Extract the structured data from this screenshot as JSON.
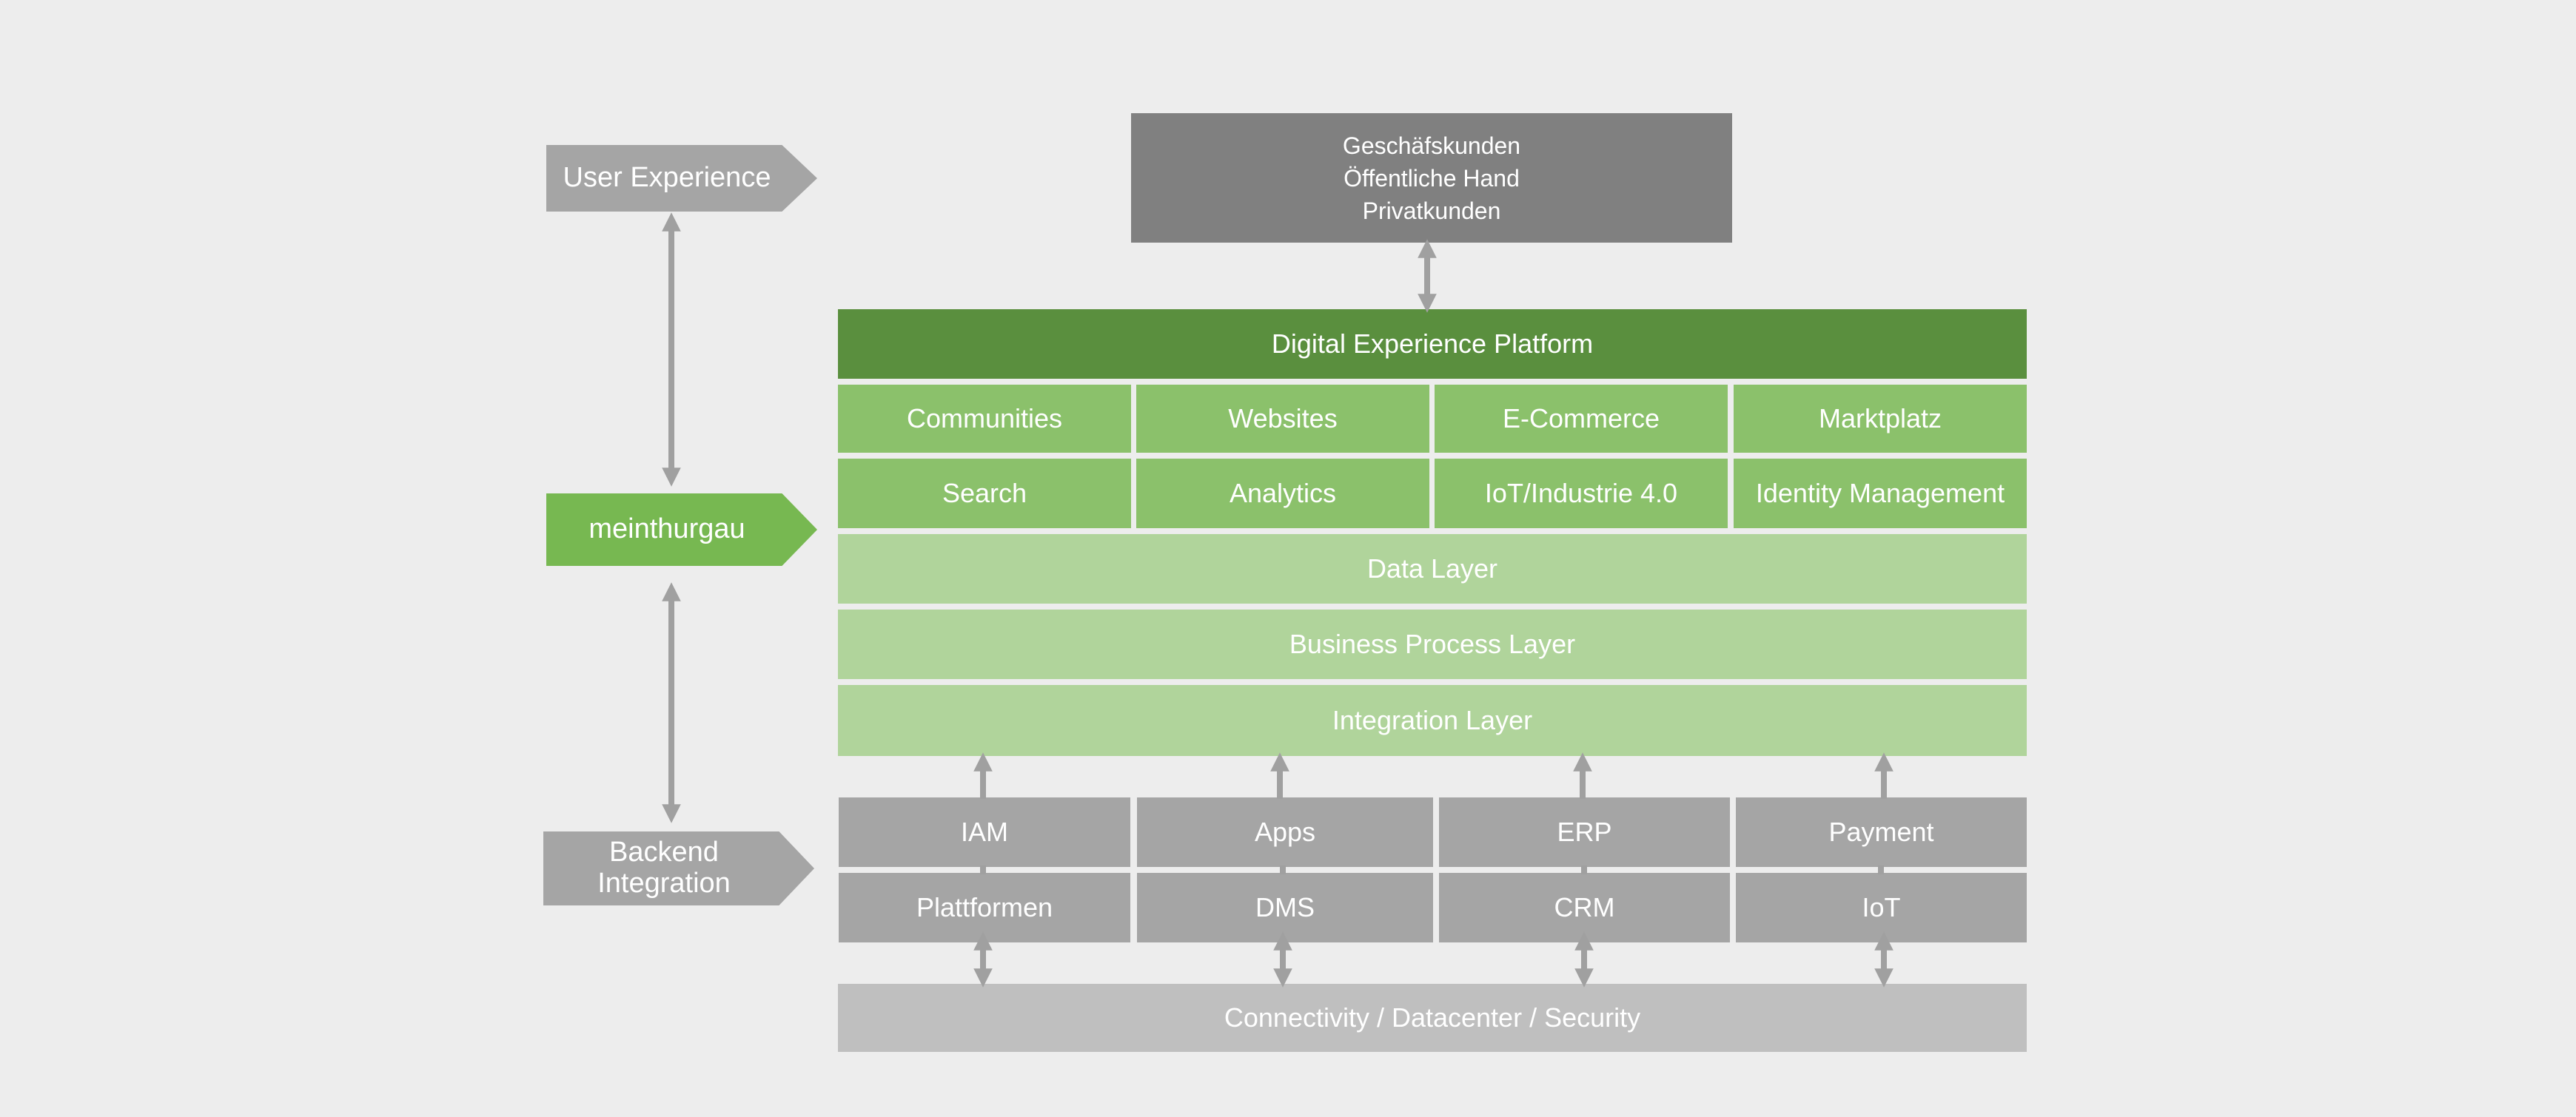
{
  "side_labels": {
    "user_experience": "User Experience",
    "platform": "meinthurgau",
    "backend_line1": "Backend",
    "backend_line2": "Integration"
  },
  "customers": [
    "Geschäfskunden",
    "Öffentliche Hand",
    "Privatkunden"
  ],
  "platform_title": "Digital Experience Platform",
  "modules_row1": [
    "Communities",
    "Websites",
    "E-Commerce",
    "Marktplatz"
  ],
  "modules_row2": [
    "Search",
    "Analytics",
    "IoT/Industrie 4.0",
    "Identity Management"
  ],
  "layers": [
    "Data Layer",
    "Business Process Layer",
    "Integration Layer"
  ],
  "backend_row1": [
    "IAM",
    "Apps",
    "ERP",
    "Payment"
  ],
  "backend_row2": [
    "Plattformen",
    "DMS",
    "CRM",
    "IoT"
  ],
  "infrastructure": "Connectivity / Datacenter / Security",
  "colors": {
    "platform_dark_green": "#5a8f3e",
    "module_green": "#8bc16b",
    "layer_light_green": "#b0d49b",
    "tag_green": "#77b851",
    "customer_gray": "#808080",
    "backend_gray": "#a5a5a5",
    "infra_gray": "#bfbfbf",
    "arrow_gray": "#a0a0a0"
  }
}
